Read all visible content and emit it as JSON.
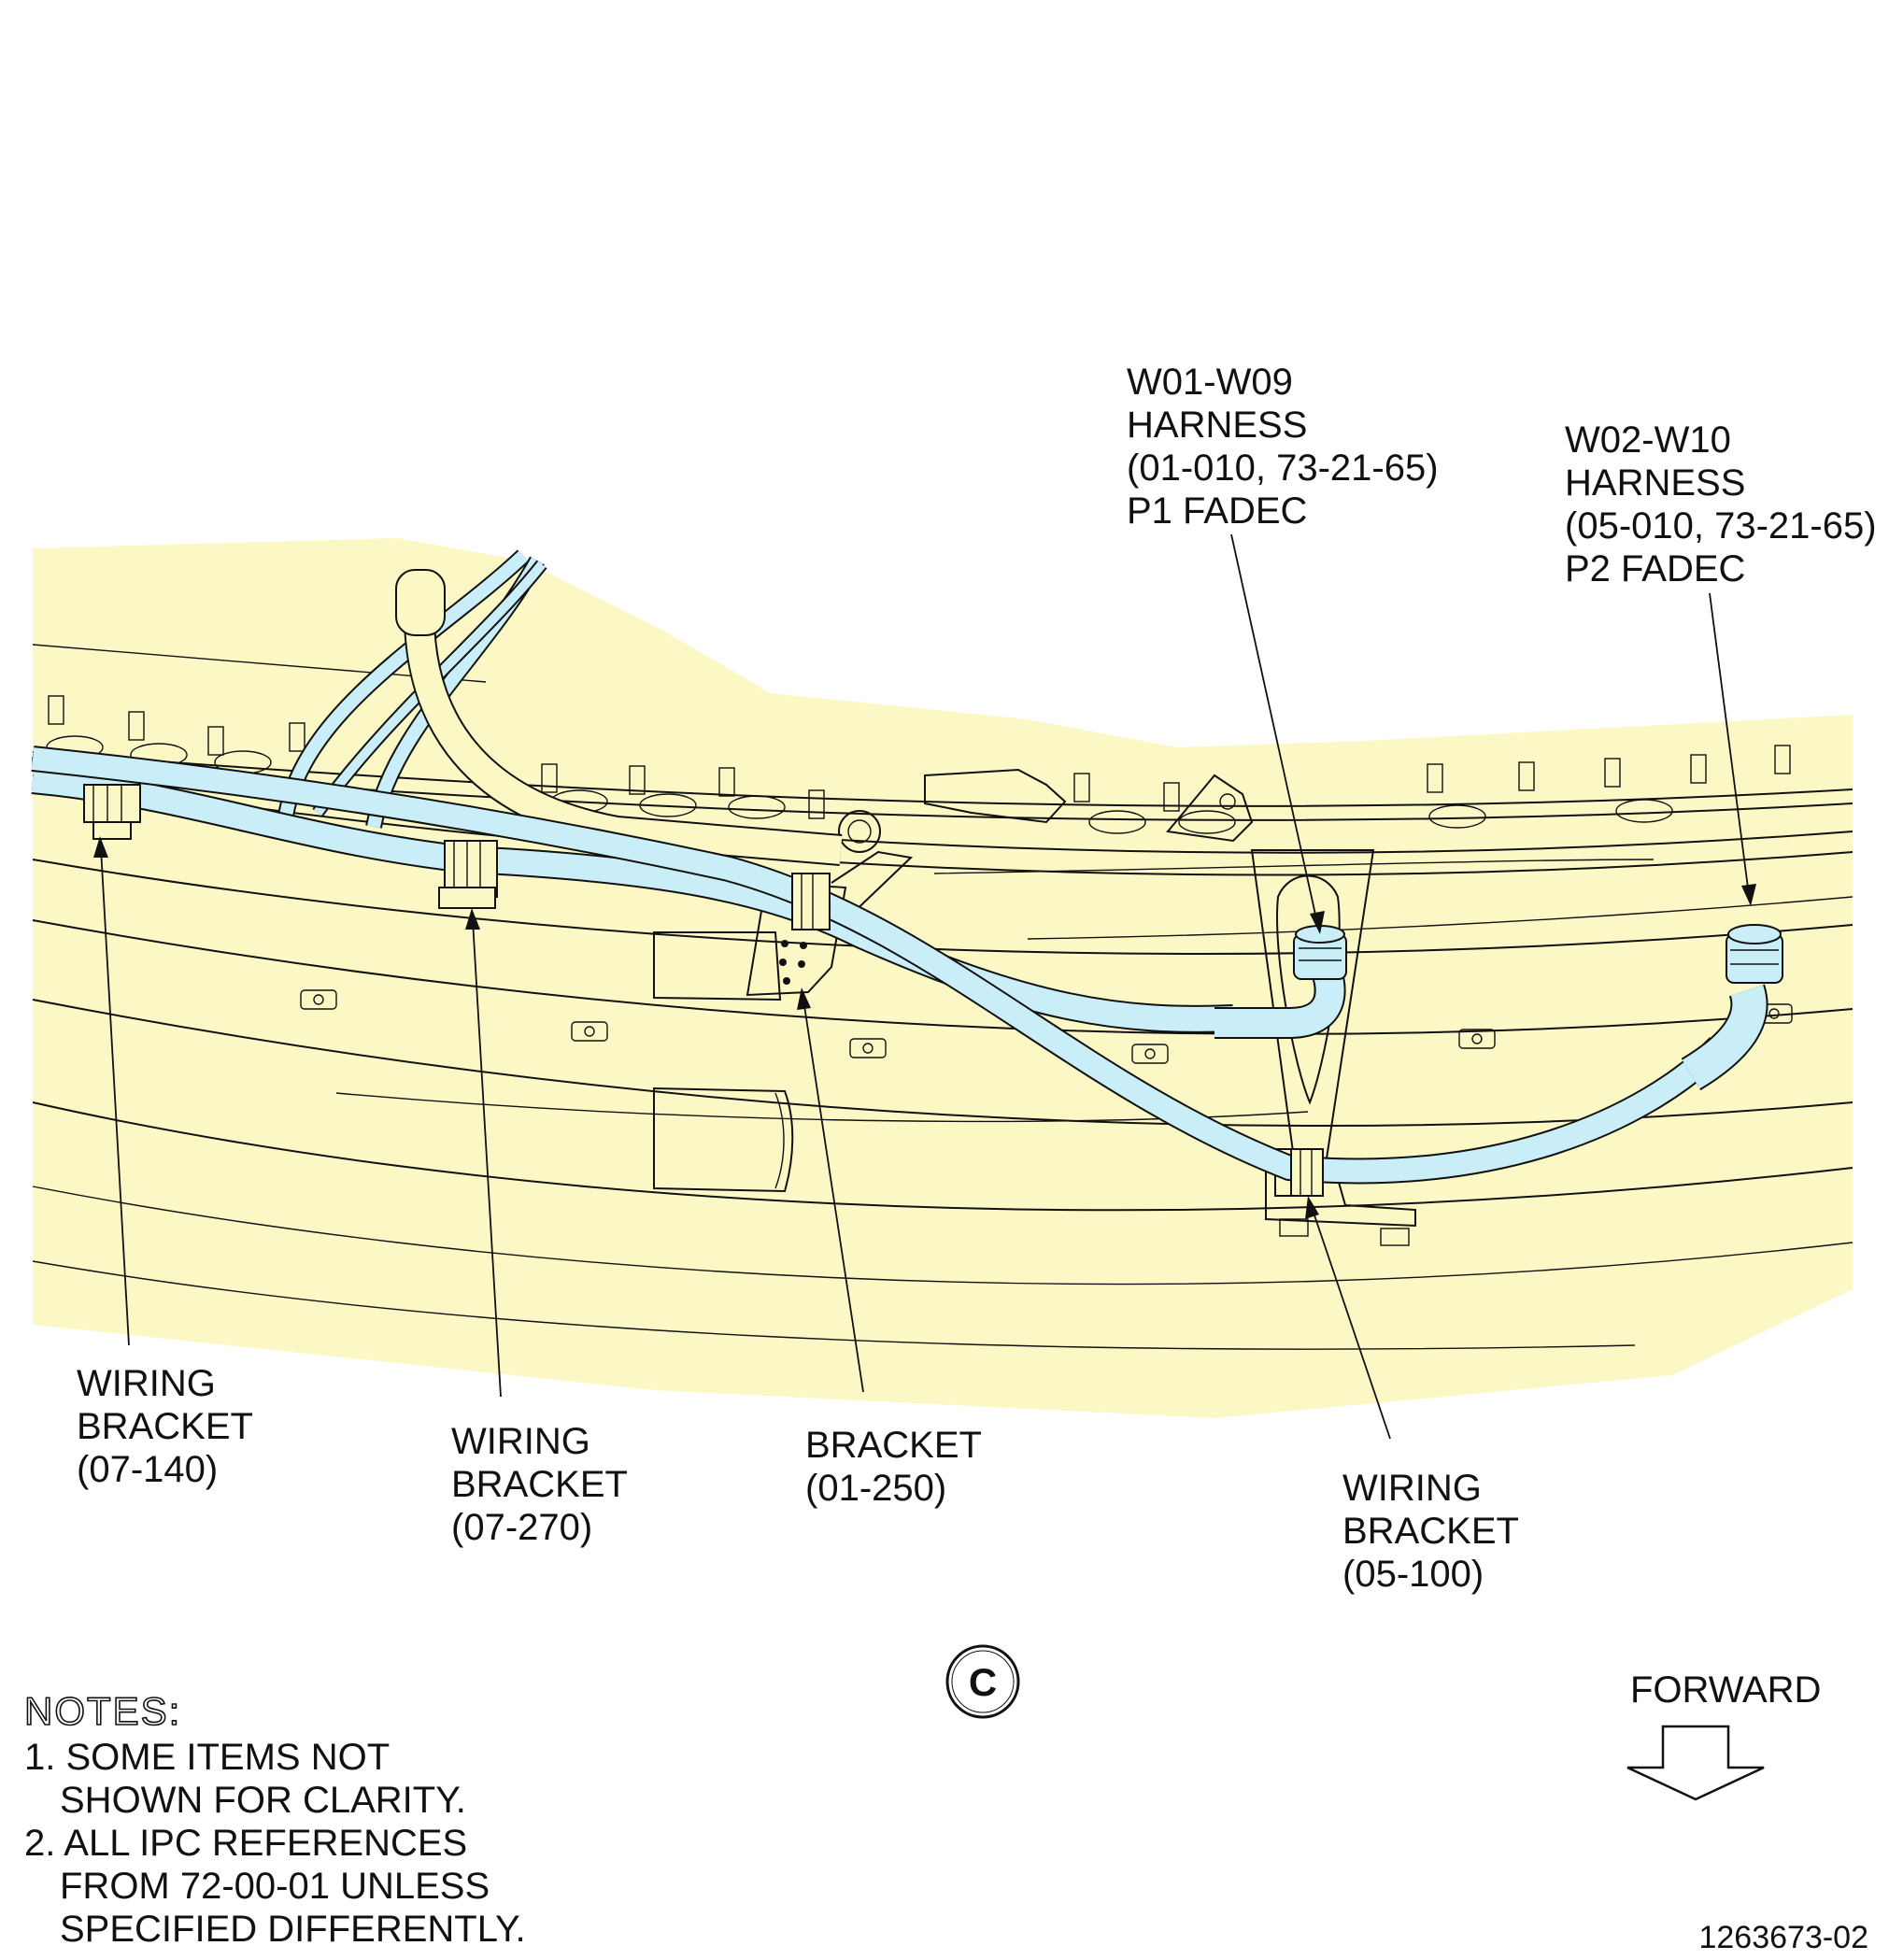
{
  "colors": {
    "background": "#ffffff",
    "part_fill": "#fbf8c6",
    "harness_fill": "#c9eef7",
    "ink": "#111111"
  },
  "callouts": {
    "w01": {
      "line1": "W01-W09",
      "line2": "HARNESS",
      "line3": "(01-010, 73-21-65)",
      "line4": "P1 FADEC"
    },
    "w02": {
      "line1": "W02-W10",
      "line2": "HARNESS",
      "line3": "(05-010, 73-21-65)",
      "line4": "P2 FADEC"
    },
    "bracket_07_140": {
      "line1": "WIRING",
      "line2": "BRACKET",
      "line3": "(07-140)"
    },
    "bracket_07_270": {
      "line1": "WIRING",
      "line2": "BRACKET",
      "line3": "(07-270)"
    },
    "bracket_01_250": {
      "line1": "BRACKET",
      "line2": "(01-250)"
    },
    "bracket_05_100": {
      "line1": "WIRING",
      "line2": "BRACKET",
      "line3": "(05-100)"
    }
  },
  "view_label": "C",
  "direction": {
    "label": "FORWARD",
    "icon": "arrow-right-icon"
  },
  "notes": {
    "title": "NOTES:",
    "n1_line1": "1. SOME ITEMS NOT",
    "n1_line2": "SHOWN FOR CLARITY.",
    "n2_line1": "2. ALL IPC REFERENCES",
    "n2_line2": "FROM 72-00-01 UNLESS",
    "n2_line3": "SPECIFIED DIFFERENTLY."
  },
  "figure_id": "1263673-02"
}
